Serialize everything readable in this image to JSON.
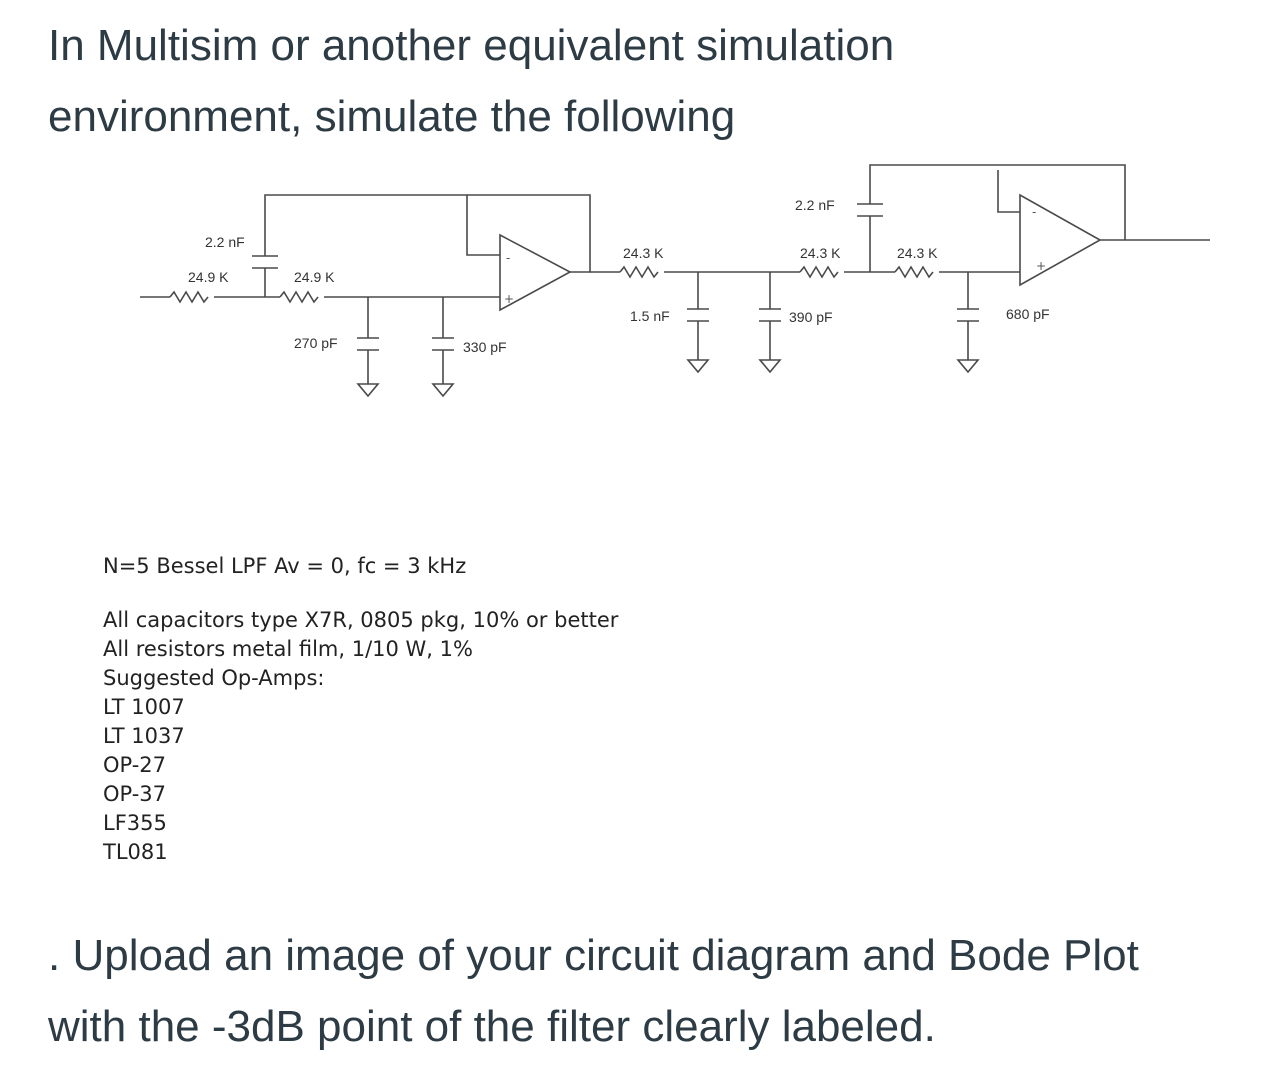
{
  "question": {
    "intro_line1": "In Multisim or another equivalent simulation",
    "intro_line2": "environment, simulate the following",
    "outro_line1": ". Upload an image of your circuit diagram and Bode Plot",
    "outro_line2": "with the -3dB point of the filter clearly labeled."
  },
  "schematic": {
    "labels": {
      "c_stage1_feedback": "2.2 nF",
      "r_stage1_in1": "24.9 K",
      "r_stage1_in2": "24.9 K",
      "c_stage1_shunt1": "270 pF",
      "c_stage1_shunt2": "330 pF",
      "r_stage2_in1": "24.3 K",
      "c_stage2_shunt1": "1.5 nF",
      "c_stage2_feedback": "2.2 nF",
      "r_stage2_in2": "24.3 K",
      "r_stage2_in3": "24.3 K",
      "c_stage2_shunt2": "390 pF",
      "c_stage2_shunt3": "680 pF"
    },
    "opamp_minus": "-",
    "opamp_plus": "+"
  },
  "spec": {
    "title": "N=5 Bessel LPF Av = 0, fc = 3 kHz",
    "capacitors": "All capacitors type X7R, 0805 pkg, 10% or better",
    "resistors": "All resistors metal film, 1/10 W, 1%",
    "opamps_heading": "Suggested Op-Amps:",
    "opamps": [
      "LT 1007",
      "LT 1037",
      "OP-27",
      "OP-37",
      "LF355",
      "TL081"
    ]
  }
}
